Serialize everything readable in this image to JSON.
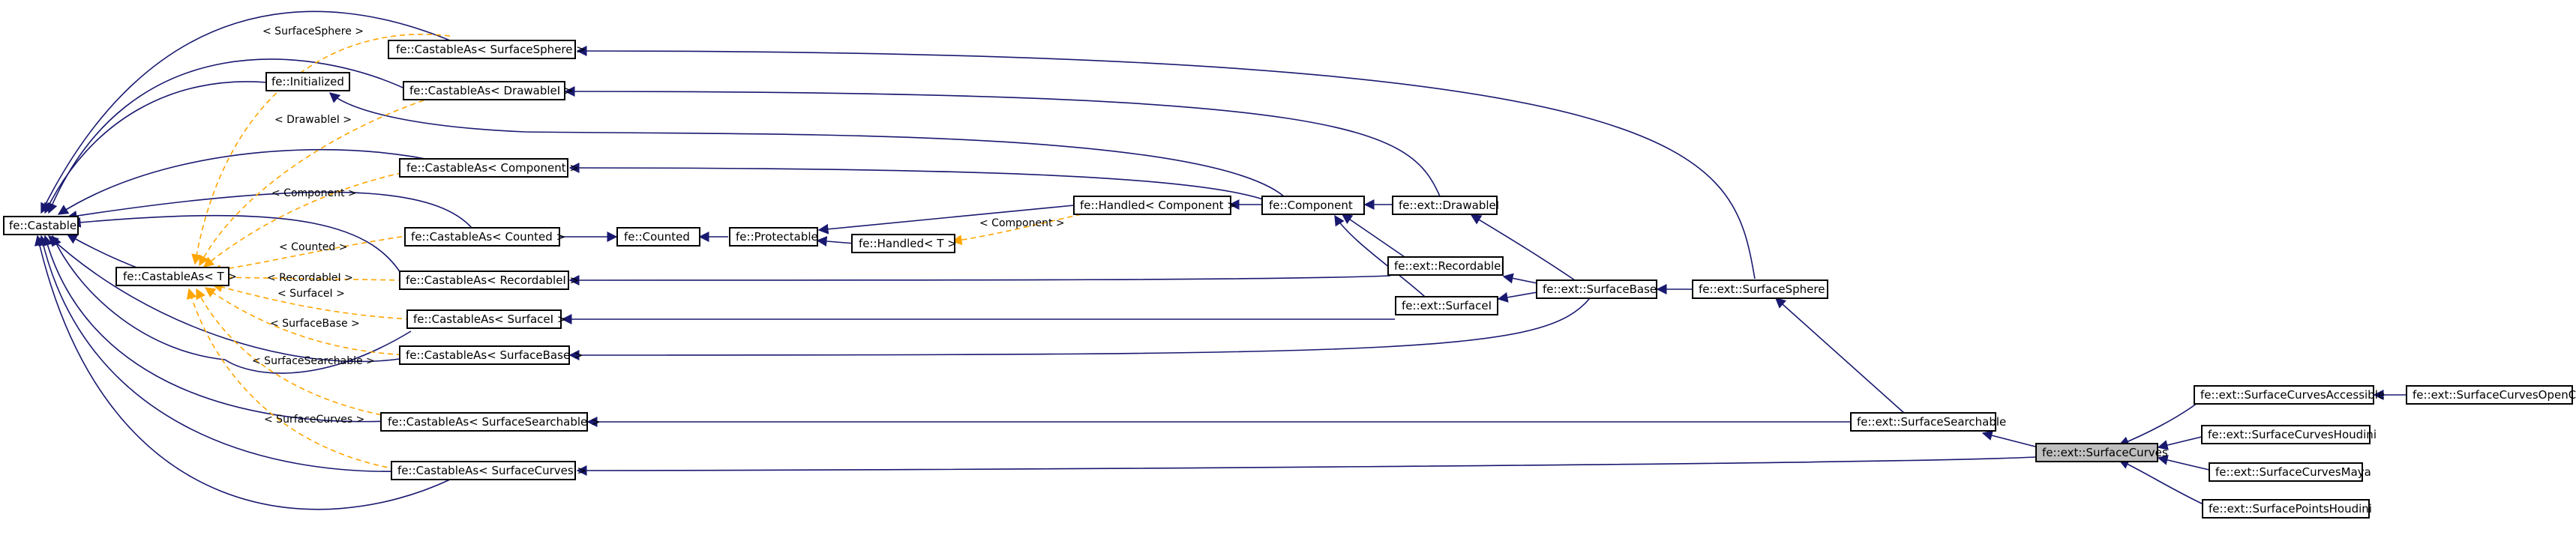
{
  "nodes": {
    "castable": "fe::Castable",
    "castable_t": "fe::CastableAs< T >",
    "ca_sphere": "fe::CastableAs< SurfaceSphere >",
    "initialized": "fe::Initialized",
    "ca_drawable": "fe::CastableAs< DrawableI >",
    "ca_component": "fe::CastableAs< Component >",
    "ca_counted": "fe::CastableAs< Counted >",
    "ca_recordable": "fe::CastableAs< RecordableI >",
    "ca_surfacei": "fe::CastableAs< SurfaceI >",
    "ca_surfacebase": "fe::CastableAs< SurfaceBase >",
    "ca_searchable": "fe::CastableAs< SurfaceSearchable >",
    "ca_curves": "fe::CastableAs< SurfaceCurves >",
    "counted": "fe::Counted",
    "protectable": "fe::Protectable",
    "handled_t": "fe::Handled< T >",
    "handled_comp": "fe::Handled< Component >",
    "component": "fe::Component",
    "drawablei": "fe::ext::DrawableI",
    "recordablei": "fe::ext::RecordableI",
    "surfacei": "fe::ext::SurfaceI",
    "surfacebase": "fe::ext::SurfaceBase",
    "surfacesphere": "fe::ext::SurfaceSphere",
    "searchable": "fe::ext::SurfaceSearchable",
    "curves": "fe::ext::SurfaceCurves",
    "curves_acc": "fe::ext::SurfaceCurvesAccessible",
    "curves_ocl": "fe::ext::SurfaceCurvesOpenCL",
    "curves_houdini": "fe::ext::SurfaceCurvesHoudini",
    "curves_maya": "fe::ext::SurfaceCurvesMaya",
    "points_houdini": "fe::ext::SurfacePointsHoudini"
  },
  "edge_labels": {
    "sphere": "< SurfaceSphere >",
    "drawable": "< DrawableI >",
    "component": "< Component >",
    "counted": "< Counted >",
    "recordable": "< RecordableI >",
    "surfacei": "< SurfaceI >",
    "surfacebase": "< SurfaceBase >",
    "searchable": "< SurfaceSearchable >",
    "curves": "< SurfaceCurves >",
    "handled_component": "< Component >"
  },
  "colors": {
    "inheritance": "#191970",
    "template_instance": "#ffa500",
    "highlight_fill": "#bfbfbf"
  }
}
